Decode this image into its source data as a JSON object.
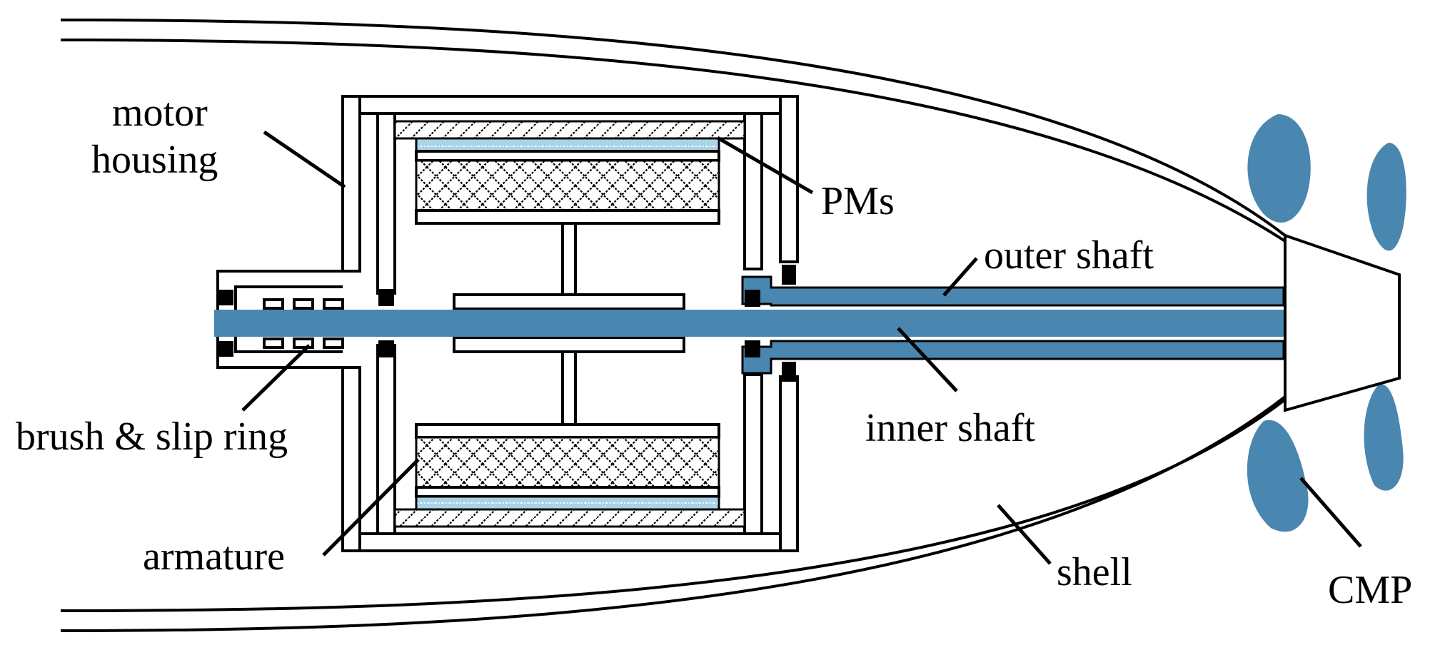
{
  "labels": {
    "motor_housing_line1": "motor",
    "motor_housing_line2": "housing",
    "pms": "PMs",
    "outer_shaft": "outer shaft",
    "inner_shaft": "inner shaft",
    "brush_slip_ring": "brush & slip ring",
    "armature": "armature",
    "shell": "shell",
    "cmp": "CMP"
  },
  "colors": {
    "shaft": "#4a87b0",
    "magnet": "#a9d3e6",
    "line": "#000000"
  }
}
